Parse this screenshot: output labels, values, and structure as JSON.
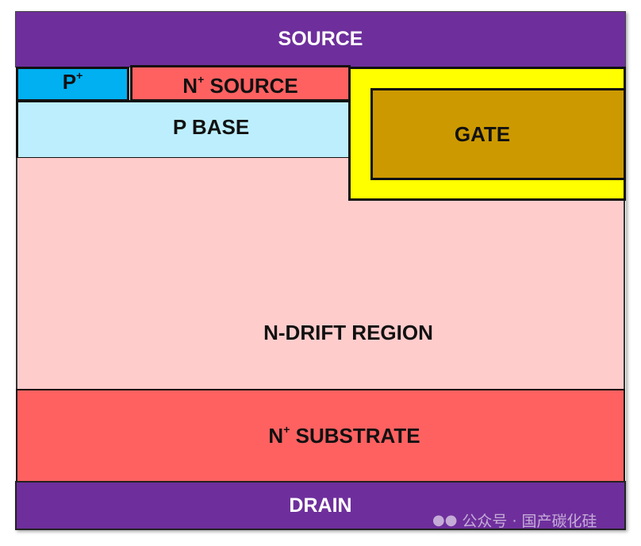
{
  "labels": {
    "source": "SOURCE",
    "p_plus": {
      "base": "P",
      "sup": "+"
    },
    "n_plus_source": {
      "base": "N",
      "sup": "+",
      "rest": " SOURCE"
    },
    "p_base": "P BASE",
    "gate": "GATE",
    "n_drift": "N-DRIFT REGION",
    "n_plus_substrate": {
      "base": "N",
      "sup": "+",
      "rest": " SUBSTRATE"
    },
    "drain": "DRAIN"
  },
  "watermark": "公众号 · 国产碳化硅",
  "colors": {
    "metal": "#6E2F9C",
    "p_plus": "#00B0F0",
    "n_plus": "#FF6161",
    "p_base": "#BDEEFD",
    "oxide": "#FFFF00",
    "gate": "#CC9900",
    "drift": "#FFCCCC"
  }
}
